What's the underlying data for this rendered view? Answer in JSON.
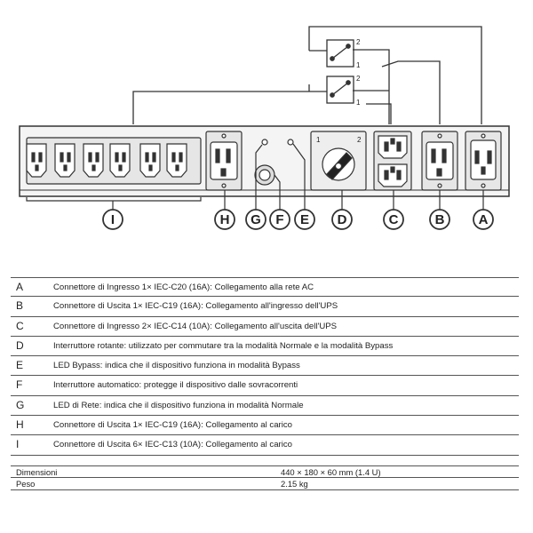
{
  "diagram": {
    "callouts": [
      "I",
      "H",
      "G",
      "F",
      "E",
      "D",
      "C",
      "B",
      "A"
    ],
    "switch_positions": [
      "1",
      "2"
    ],
    "relay_contacts": [
      "2",
      "1"
    ]
  },
  "legend": [
    {
      "letter": "A",
      "desc": "Connettore di Ingresso 1× IEC-C20 (16A): Collegamento alla rete AC"
    },
    {
      "letter": "B",
      "desc": "Connettore di Uscita 1× IEC-C19 (16A): Collegamento all'ingresso dell'UPS"
    },
    {
      "letter": "C",
      "desc": "Connettore di Ingresso 2× IEC-C14 (10A): Collegamento all'uscita dell'UPS"
    },
    {
      "letter": "D",
      "desc": "Interruttore rotante: utilizzato per commutare tra la modalità Normale e la modalità Bypass"
    },
    {
      "letter": "E",
      "desc": "LED Bypass: indica che il dispositivo funziona in modalità Bypass"
    },
    {
      "letter": "F",
      "desc": "Interruttore automatico: protegge il dispositivo dalle sovracorrenti"
    },
    {
      "letter": "G",
      "desc": "LED di Rete: indica che il dispositivo funziona in modalità Normale"
    },
    {
      "letter": "H",
      "desc": "Connettore di Uscita 1× IEC-C19 (16A): Collegamento al carico"
    },
    {
      "letter": "I",
      "desc": "Connettore di Uscita 6× IEC-C13 (10A): Collegamento al carico"
    }
  ],
  "specs": [
    {
      "label": "Dimensioni",
      "value": "440 × 180 × 60 mm (1.4 U)"
    },
    {
      "label": "Peso",
      "value": "2.15 kg"
    }
  ]
}
